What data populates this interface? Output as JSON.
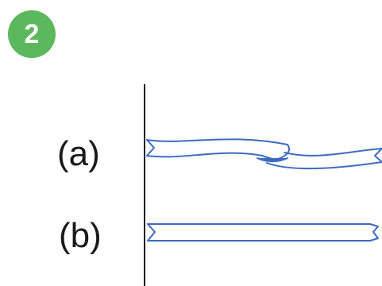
{
  "badge": {
    "number": "2",
    "color": "#5cb85c"
  },
  "rows": [
    {
      "label": "(a)"
    },
    {
      "label": "(b)"
    }
  ],
  "ribbon_stroke_color": "#3d6bbf"
}
